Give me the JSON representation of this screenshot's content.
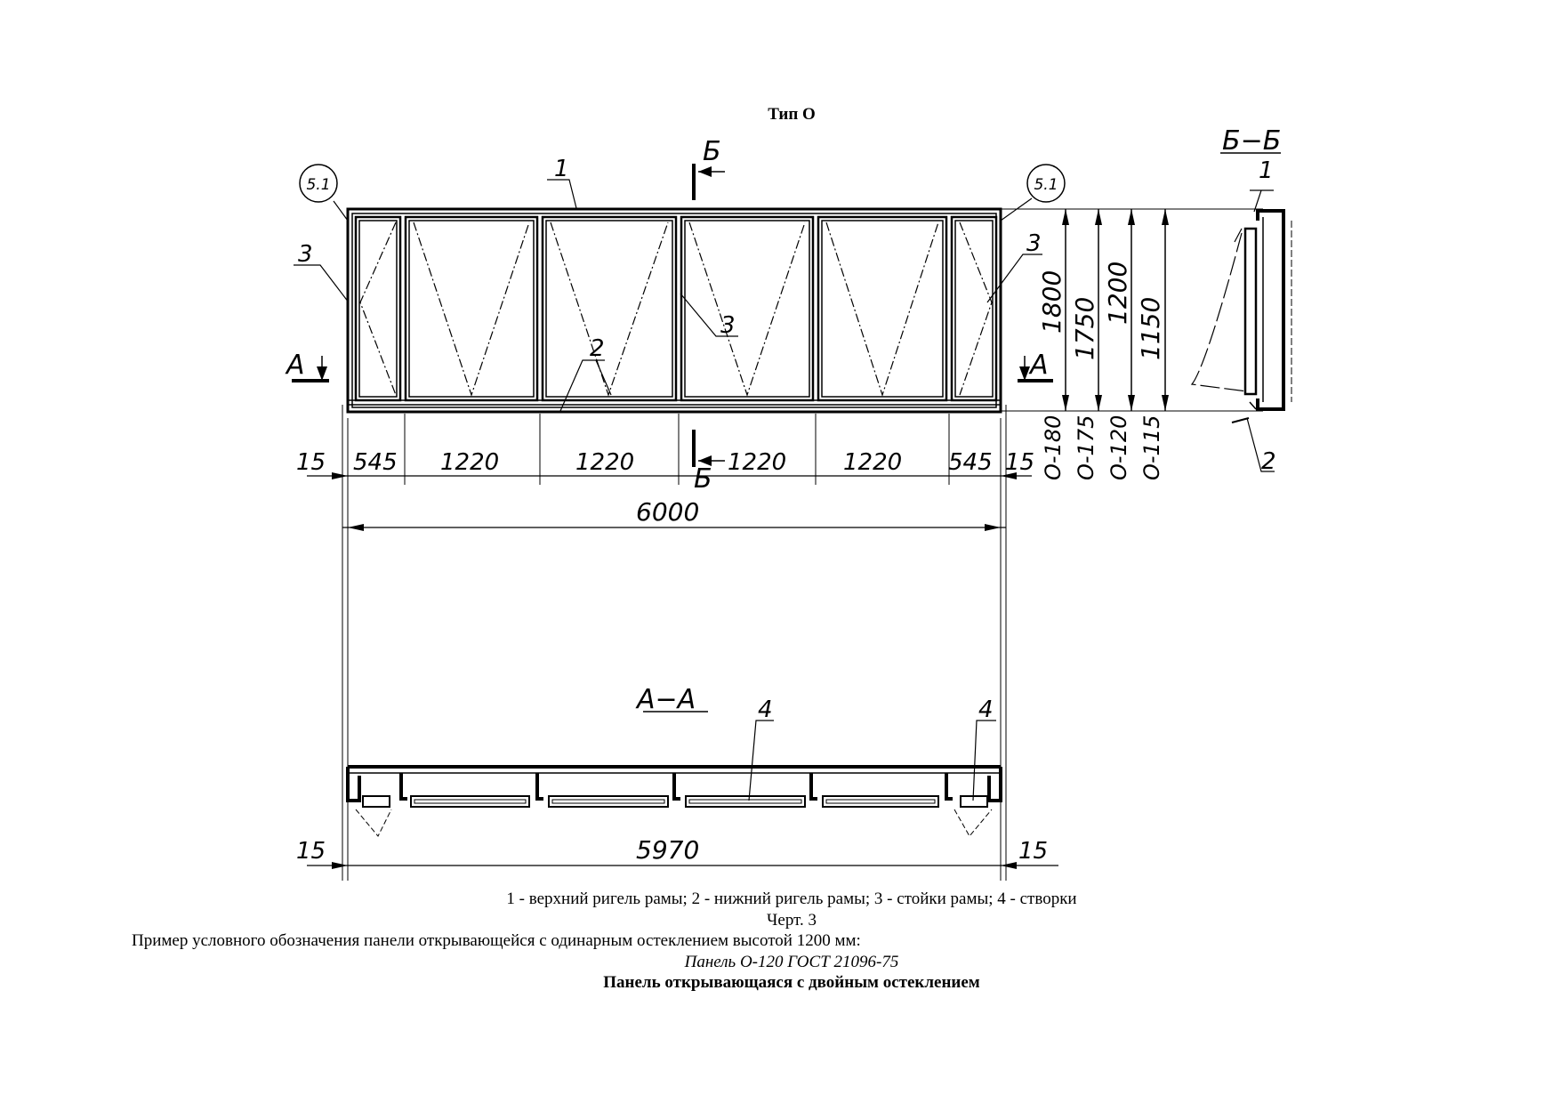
{
  "document": {
    "section_title": "Тип О",
    "caption": "1 - верхний ригель рамы; 2 - нижний ригель рамы; 3 - стойки рамы; 4 - створки",
    "figure_label": "Черт. 3",
    "example_text": "Пример условного обозначения панели открывающейся с одинарным остеклением высотой 1200 мм:",
    "designation": "Панель О-120 ГОСТ 21096-75",
    "next_heading": "Панель открывающаяся с двойным остеклением"
  },
  "drawing": {
    "callouts": {
      "detail_left": "5.1",
      "detail_right": "5.1",
      "pos1": "1",
      "pos2": "2",
      "pos3": "3",
      "pos4": "4"
    },
    "section_labels": {
      "a": "А",
      "b": "Б",
      "view_aa": "А−А",
      "view_bb": "Б−Б"
    },
    "horizontal_dims": [
      "15",
      "545",
      "1220",
      "1220",
      "1220",
      "1220",
      "545",
      "15"
    ],
    "total_width": "6000",
    "bottom_total": "5970",
    "vertical_dims": [
      "1800",
      "1750",
      "1200",
      "1150"
    ],
    "type_marks": [
      "О-180",
      "О-175",
      "О-120",
      "О-115"
    ]
  }
}
